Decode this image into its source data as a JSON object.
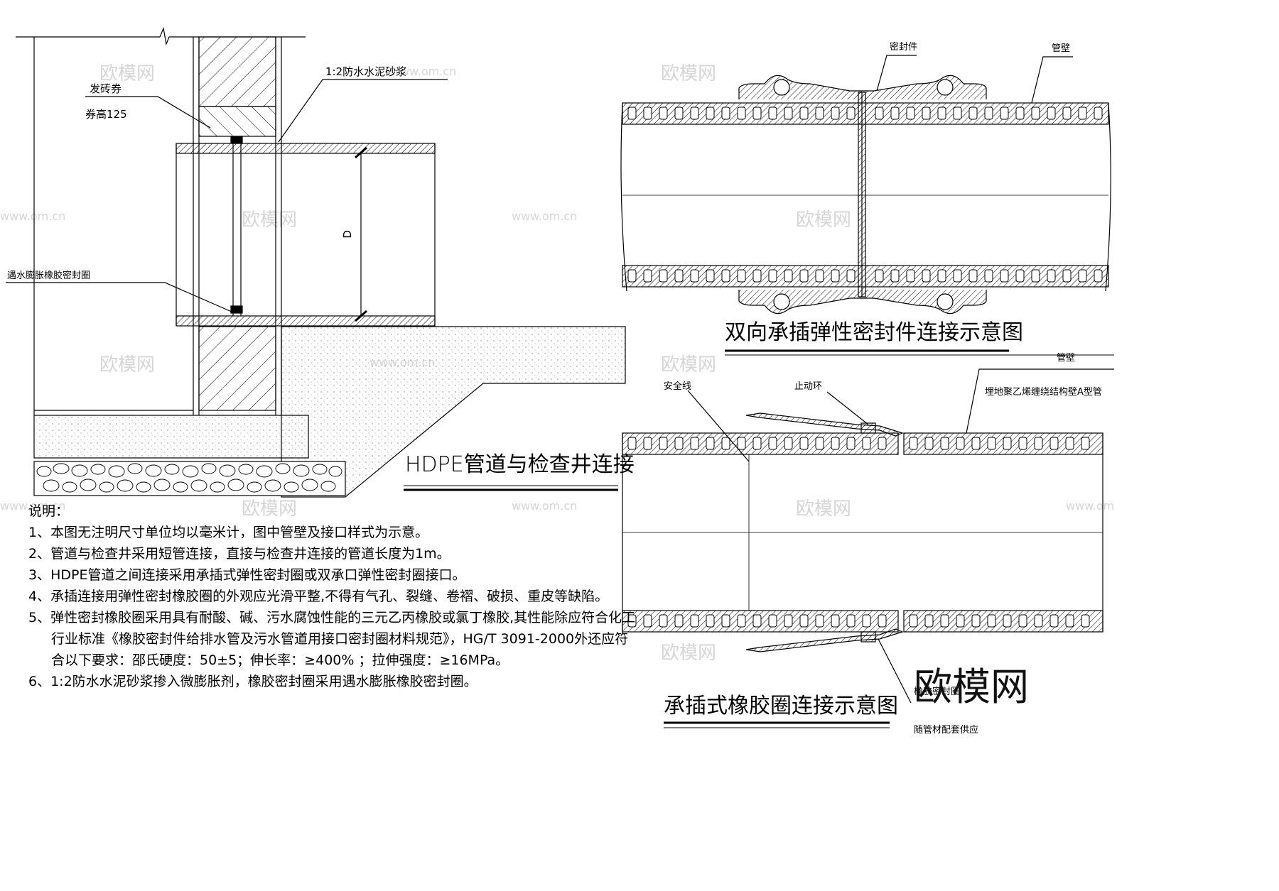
{
  "left_detail": {
    "title": "HDPE管道与检查井连接",
    "label_mortar": "1:2防水水泥砂浆",
    "label_arch": "发砖券",
    "label_arch_height": "券高125",
    "label_seal": "遇水膨胀橡胶密封圈",
    "label_d": "D"
  },
  "top_right_detail": {
    "title": "双向承插弹性密封件连接示意图",
    "label_seal": "密封件",
    "label_wall": "管壁"
  },
  "bottom_right_detail": {
    "title": "承插式橡胶圈连接示意图",
    "label_wall": "管壁",
    "label_pipe": "埋地聚乙烯缠绕结构壁A型管",
    "label_safety": "安全线",
    "label_stop": "止动环",
    "label_ring": "橡胶密封圈",
    "label_supply": "随管材配套供应"
  },
  "notes": {
    "heading": "说明：",
    "items": [
      "1、本图无注明尺寸单位均以毫米计，图中管壁及接口样式为示意。",
      "2、管道与检查井采用短管连接，直接与检查井连接的管道长度为1m。",
      "3、HDPE管道之间连接采用承插式弹性密封圈或双承口弹性密封圈接口。",
      "4、承插连接用弹性密封橡胶圈的外观应光滑平整,不得有气孔、裂缝、卷褶、破损、重皮等缺陷。",
      "5、弹性密封橡胶圈采用具有耐酸、碱、污水腐蚀性能的三元乙丙橡胶或氯丁橡胶,其性能除应符合化工",
      "行业标准《橡胶密封件给排水管及污水管道用接口密封圈材料规范》，HG/T   3091-2000外还应符",
      "合以下要求：邵氏硬度：50±5；伸长率：≥400% ；拉伸强度：≥16MPa。",
      "6、1:2防水水泥砂浆掺入微膨胀剂，橡胶密封圈采用遇水膨胀橡胶密封圈。"
    ]
  },
  "watermark": {
    "logo": "欧模网",
    "text": "欧模网",
    "url": "www.om.cn"
  }
}
